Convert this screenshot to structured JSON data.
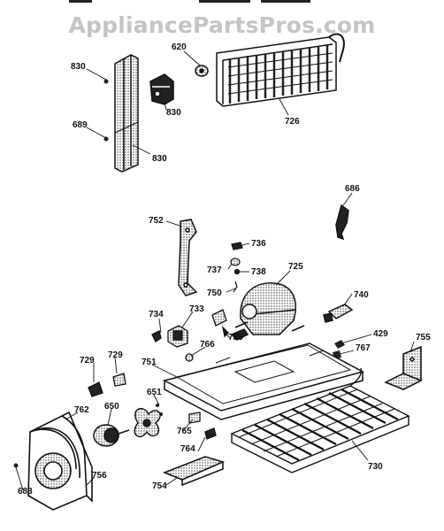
{
  "watermark": "AppliancePartsPros.com",
  "callouts": {
    "c830a": "830",
    "c620": "620",
    "c689": "689",
    "c830b": "830",
    "c830c": "830",
    "c726": "726",
    "c686": "686",
    "c752": "752",
    "c736": "736",
    "c737": "737",
    "c738": "738",
    "c725": "725",
    "c750": "750",
    "c740": "740",
    "c734": "734",
    "c733": "733",
    "c735": "735",
    "c429": "429",
    "c766": "766",
    "c755": "755",
    "c767": "767",
    "c729a": "729",
    "c729b": "729",
    "c751": "751",
    "c651": "651",
    "c762": "762",
    "c650": "650",
    "c765": "765",
    "c764": "764",
    "c756": "756",
    "c683": "683",
    "c754": "754",
    "c730": "730"
  }
}
